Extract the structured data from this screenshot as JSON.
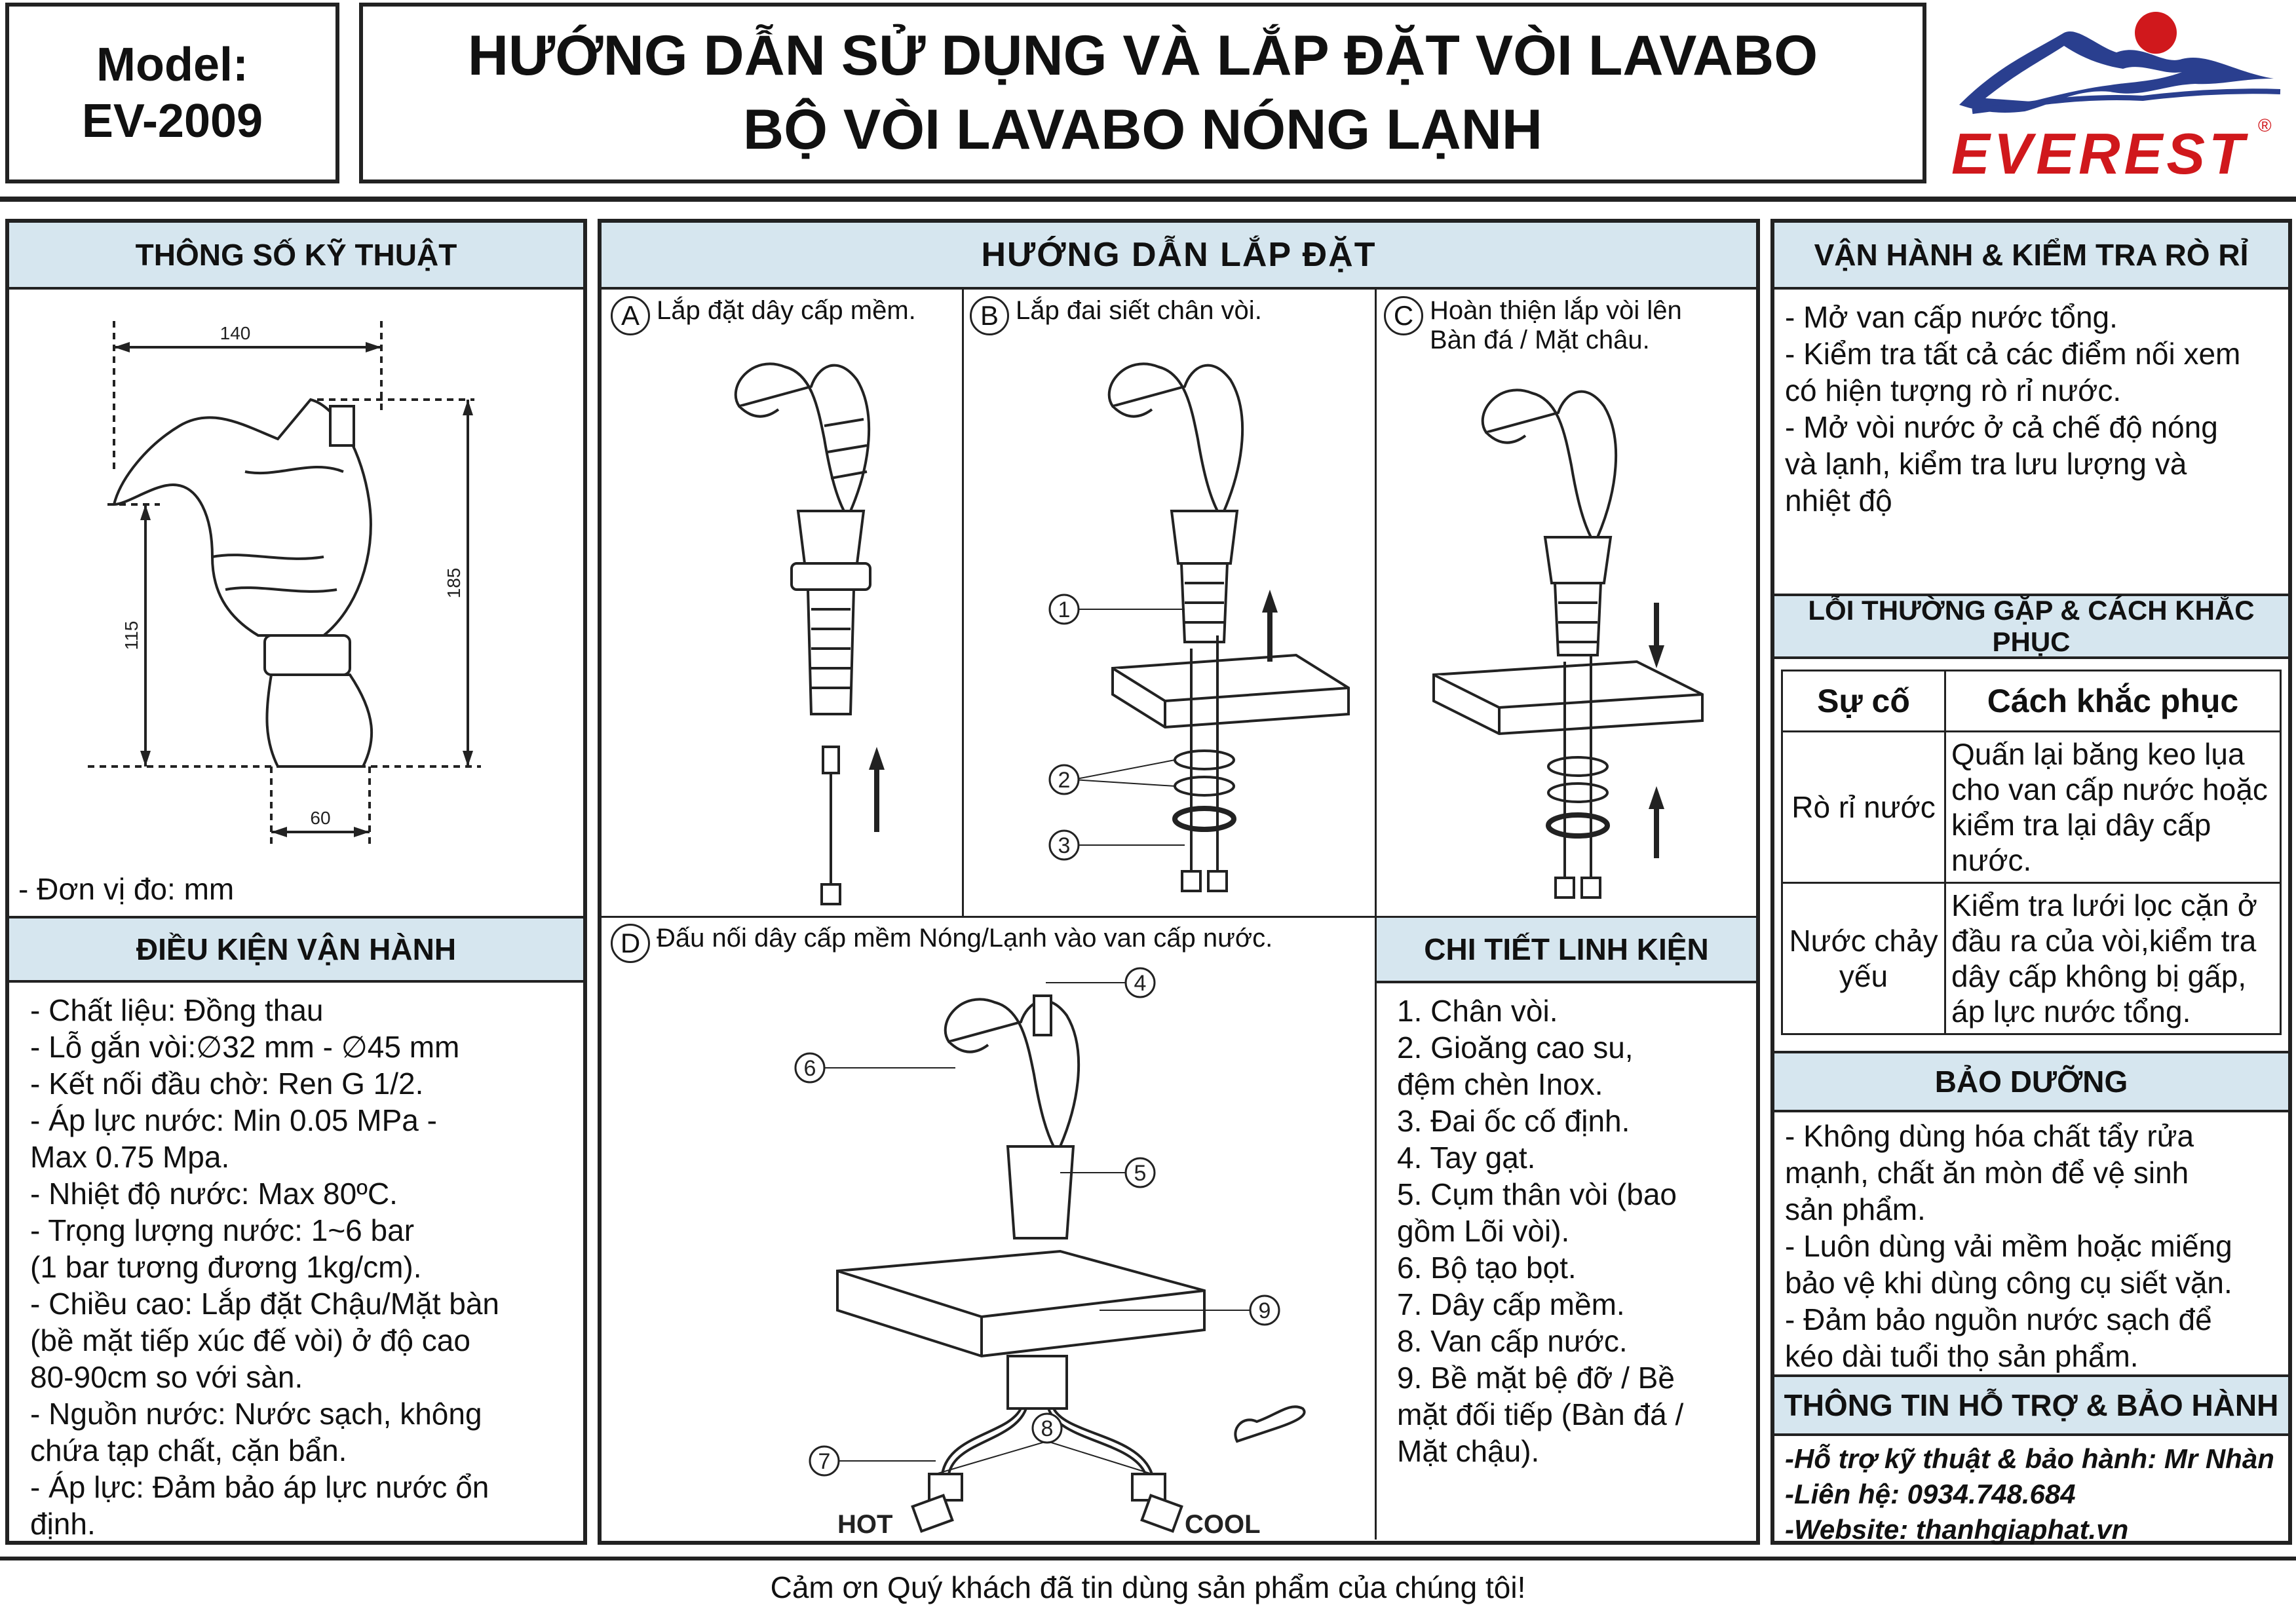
{
  "header": {
    "model_label": "Model:",
    "model_code": "EV-2009",
    "title_line1": "HƯỚNG DẪN SỬ DỤNG VÀ LẮP ĐẶT VÒI LAVABO",
    "title_line2": "BỘ VÒI LAVABO NÓNG LẠNH",
    "brand": "EVEREST",
    "brand_mark": "®",
    "brand_color": "#d0181c",
    "mountain_color": "#2a3f8f"
  },
  "specs": {
    "title": "THÔNG SỐ KỸ THUẬT",
    "dim_width": "140",
    "dim_height": "185",
    "dim_spout": "115",
    "dim_base": "60",
    "unit_note": "- Đơn vị đo: mm"
  },
  "conditions": {
    "title": "ĐIỀU KIỆN VẬN HÀNH",
    "lines": [
      "- Chất liệu: Đồng thau",
      "- Lỗ gắn vòi:∅32 mm - ∅45 mm",
      "- Kết nối đầu chờ: Ren G 1/2.",
      "- Áp lực nước: Min 0.05 MPa -",
      "Max 0.75 Mpa.",
      "- Nhiệt độ nước: Max 80ºC.",
      "- Trọng lượng nước: 1~6 bar",
      "(1 bar tương đương 1kg/cm).",
      "- Chiều cao: Lắp đặt Chậu/Mặt bàn",
      "(bề mặt tiếp xúc đế vòi) ở độ cao",
      "80-90cm so với sàn.",
      "- Nguồn nước: Nước sạch, không",
      "chứa tạp chất, cặn bẩn.",
      "- Áp lực: Đảm bảo áp lực nước ổn",
      "định."
    ]
  },
  "install": {
    "title": "HƯỚNG DẪN LẮP ĐẶT",
    "step_a_letter": "A",
    "step_a": "Lắp đặt dây cấp mềm.",
    "step_b_letter": "B",
    "step_b": "Lắp đai siết chân vòi.",
    "step_c_letter": "C",
    "step_c_line1": "Hoàn thiện lắp vòi lên",
    "step_c_line2": "Bàn đá / Mặt châu.",
    "step_d_letter": "D",
    "step_d": "Đấu nối dây cấp mềm Nóng/Lạnh vào van cấp nước.",
    "hot": "HOT",
    "cool": "COOL",
    "callouts_b": [
      "1",
      "2",
      "3"
    ],
    "callouts_d": [
      "4",
      "5",
      "6",
      "7",
      "8",
      "9"
    ]
  },
  "parts": {
    "title": "CHI TIẾT LINH KIỆN",
    "lines": [
      "1. Chân vòi.",
      "2. Gioăng cao su,",
      "đệm chèn Inox.",
      "3. Đai ốc cố định.",
      "4. Tay gạt.",
      "5. Cụm thân vòi (bao",
      "gồm Lõi vòi).",
      "6. Bộ tạo bọt.",
      "7. Dây cấp mềm.",
      "8. Van cấp nước.",
      "9. Bề mặt bệ đỡ / Bề",
      "mặt đối tiếp (Bàn đá /",
      "Mặt chậu)."
    ]
  },
  "operation": {
    "title": "VẬN HÀNH & KIỂM TRA RÒ RỈ",
    "lines": [
      "- Mở van cấp nước tổng.",
      "- Kiểm tra tất cả các điểm nối xem",
      "có hiện tượng rò rỉ nước.",
      "- Mở vòi nước ở cả chế độ nóng",
      "và lạnh, kiểm tra lưu lượng và",
      "nhiệt độ"
    ]
  },
  "troubleshoot": {
    "title": "LỖI THƯỜNG GẶP & CÁCH KHẮC PHỤC",
    "col_issue": "Sự cố",
    "col_fix": "Cách khắc phục",
    "rows": [
      {
        "issue": "Rò rỉ nước",
        "fix": "Quấn lại băng keo lụa cho van cấp nước hoặc kiểm tra lại dây cấp nước."
      },
      {
        "issue": "Nước chảy yếu",
        "fix": "Kiểm tra lưới lọc cặn ở đầu ra của vòi,kiểm tra dây cấp không bị gấp, áp lực nước tổng."
      }
    ]
  },
  "maintenance": {
    "title": "BẢO DƯỠNG",
    "lines": [
      "- Không dùng hóa chất tẩy rửa",
      "mạnh, chất ăn mòn để vệ sinh",
      "sản phẩm.",
      "- Luôn dùng vải mềm hoặc miếng",
      "bảo vệ khi dùng công cụ siết vặn.",
      "- Đảm bảo nguồn nước sạch để",
      "kéo dài tuổi thọ sản phẩm."
    ]
  },
  "support": {
    "title": "THÔNG TIN HỖ TRỢ & BẢO HÀNH",
    "line1": "-Hỗ trợ kỹ thuật & bảo hành: Mr Nhàn",
    "line2": "-Liên hệ: 0934.748.684",
    "line3": "-Website: thanhgiaphat.vn"
  },
  "footer": {
    "thanks": "Cảm ơn Quý khách đã tin dùng sản phẩm của chúng tôi!"
  }
}
